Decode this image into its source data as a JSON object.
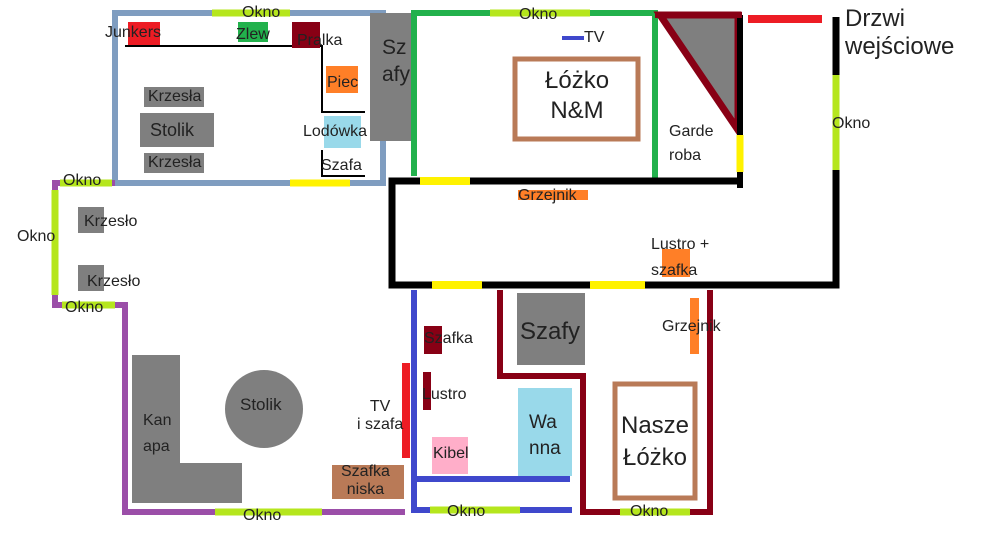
{
  "colors": {
    "kitchen_wall": "#7f9dc0",
    "living_wall": "#9b4ea8",
    "bedroom1_wall": "#22b14c",
    "hall_wall": "#000000",
    "bathroom_wall": "#3f48cc",
    "bedroom2_wall": "#7f0b19",
    "window_green": "#b5e61d",
    "window_yellow": "#fff200",
    "door": "#ed1c24",
    "furniture_gray": "#7f7f7f",
    "brown": "#b97a57",
    "orange": "#ff7f27",
    "light_blue": "#99d9ea",
    "pink": "#ffaec9",
    "dark_red": "#880015",
    "green": "#22b14c",
    "red": "#ed1c24"
  },
  "labels": {
    "okno_kitchen_top": "Okno",
    "okno_bedroom_top": "Okno",
    "okno_living_top": "Okno",
    "okno_living_left": "Okno",
    "okno_living_bottom": "Okno",
    "okno_hall_right": "Okno",
    "okno_bath_bottom": "Okno",
    "okno_bedroom2_bottom": "Okno",
    "okno_living_lower": "Okno",
    "drzwi": "Drzwi\nwejściowe",
    "junkers": "Junkers",
    "zlew": "Zlew",
    "pralka": "Pralka",
    "piec": "Piec",
    "lodowka": "Lodówka",
    "szafa_kitchen": "Szafa",
    "krzesla_1": "Krzesła",
    "krzesla_2": "Krzesła",
    "stolik_kitchen": "Stolik",
    "szafy_hall": "Sz\nafy",
    "tv_bedroom": "TV",
    "lozko_nm": "Łóżko\nN&M",
    "garderoba": "Garde\nroba",
    "grzejnik_hall": "Grzejnik",
    "lustro_szafka": "Lustro +\nszafka",
    "krzeslo_1": "Krzesło",
    "krzeslo_2": "Krzesło",
    "kanapa": "Kan\napa",
    "stolik_living": "Stolik",
    "tv_szafa": "TV\ni szafa",
    "szafka_niska": "Szafka\nniska",
    "szafka_bath": "Szafka",
    "lustro_bath": "Lustro",
    "kibel": "Kibel",
    "wanna": "Wa\nnna",
    "szafy_bedroom2": "Szafy",
    "grzejnik_bedroom2": "Grzejnik",
    "nasze_lozko": "Nasze\nŁóżko"
  }
}
